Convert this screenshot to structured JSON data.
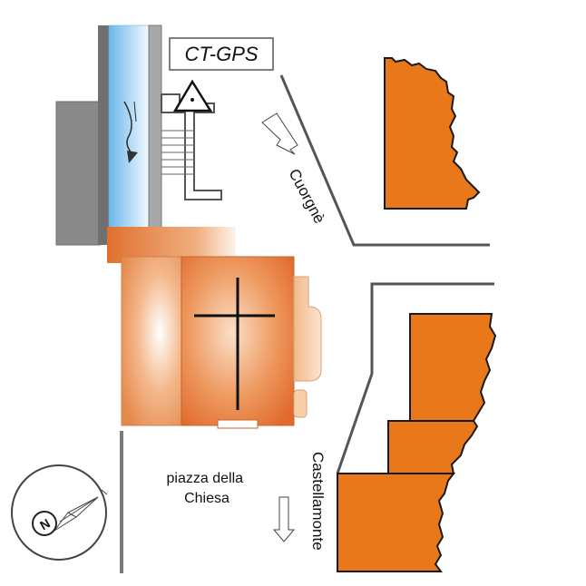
{
  "map": {
    "station_label": "CT-GPS",
    "place_label": "piazza della\nChiesa",
    "road_north_label": "Cuorgnè",
    "road_south_label": "Castellamonte",
    "compass_letter": "N"
  },
  "colors": {
    "building_orange": "#E8781A",
    "church_orange": "#E8783C",
    "river_blue": "#7CC4F0",
    "wall_gray": "#888888",
    "road_line": "#555555"
  },
  "icons": [
    "gps-station-triangle-icon",
    "compass-icon",
    "arrow-up-icon",
    "arrow-down-icon",
    "church-cross-icon",
    "river-flow-arrow-icon"
  ]
}
